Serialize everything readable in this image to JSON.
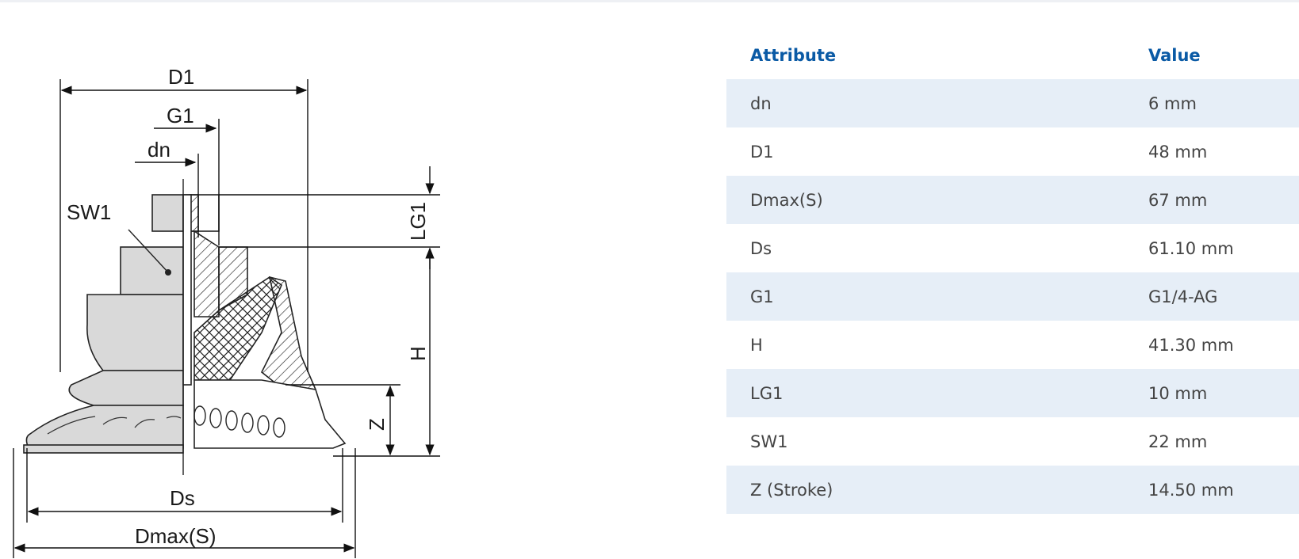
{
  "drawing_labels": {
    "d1": "D1",
    "g1": "G1",
    "dn": "dn",
    "sw1": "SW1",
    "lg1": "LG1",
    "h": "H",
    "z": "Z",
    "ds": "Ds",
    "dmax": "Dmax(S)"
  },
  "table": {
    "header_attribute": "Attribute",
    "header_value": "Value",
    "rows": [
      {
        "attribute": "dn",
        "value": "6 mm"
      },
      {
        "attribute": "D1",
        "value": "48 mm"
      },
      {
        "attribute": "Dmax(S)",
        "value": "67 mm"
      },
      {
        "attribute": "Ds",
        "value": "61.10 mm"
      },
      {
        "attribute": "G1",
        "value": "G1/4-AG"
      },
      {
        "attribute": "H",
        "value": "41.30 mm"
      },
      {
        "attribute": "LG1",
        "value": "10 mm"
      },
      {
        "attribute": "SW1",
        "value": "22 mm"
      },
      {
        "attribute": "Z (Stroke)",
        "value": "14.50 mm"
      }
    ]
  },
  "colors": {
    "header_text": "#0a5aa5",
    "row_shade": "#e6eef7",
    "body_text": "#444444"
  }
}
